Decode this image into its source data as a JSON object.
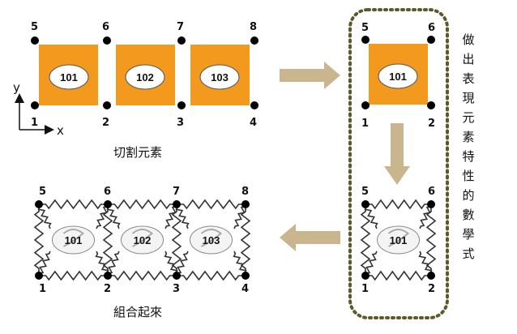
{
  "top_row": {
    "elements": [
      "101",
      "102",
      "103"
    ],
    "top_nodes": [
      "5",
      "6",
      "7",
      "8"
    ],
    "bottom_nodes": [
      "1",
      "2",
      "3",
      "4"
    ],
    "caption": "切割元素"
  },
  "axes": {
    "x": "x",
    "y": "y"
  },
  "single_element": {
    "element": "101",
    "nodes": {
      "tl": "5",
      "tr": "6",
      "bl": "1",
      "br": "2"
    }
  },
  "spring_element": {
    "element": "101",
    "nodes": {
      "tl": "5",
      "tr": "6",
      "bl": "1",
      "br": "2"
    }
  },
  "side_text": [
    "做",
    "出",
    "表",
    "現",
    "元",
    "素",
    "特",
    "性",
    "的",
    "數",
    "學",
    "式"
  ],
  "bottom_row": {
    "elements": [
      "101",
      "102",
      "103"
    ],
    "top_nodes": [
      "5",
      "6",
      "7",
      "8"
    ],
    "bottom_nodes": [
      "1",
      "2",
      "3",
      "4"
    ],
    "caption": "組合起來"
  },
  "colors": {
    "element_fill": "#f39a1e",
    "arrow": "#c9b68f",
    "dotted_border": "#5c5a2a",
    "spring": "#333333",
    "node": "#000000"
  }
}
